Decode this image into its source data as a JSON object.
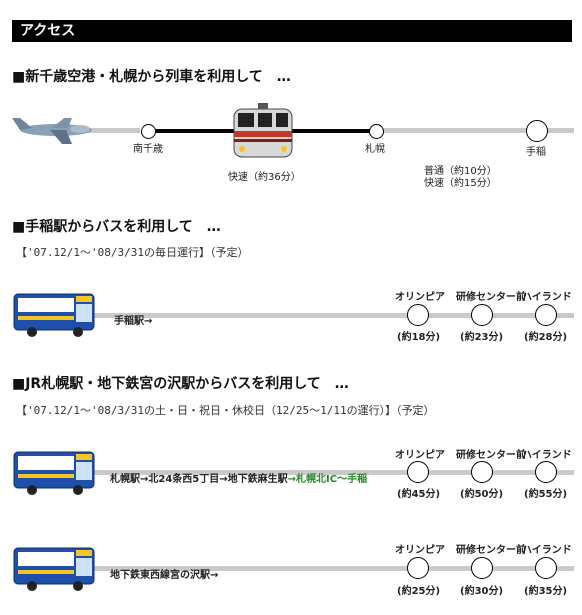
{
  "header": {
    "title": "アクセス"
  },
  "train": {
    "title": "■新千歳空港・札幌から列車を利用して　…",
    "stations": [
      "南千歳",
      "札幌",
      "手稲"
    ],
    "note_rapid": "快速（約36分）",
    "note_local": "普通（約10分）",
    "note_rapid2": "快速（約15分）"
  },
  "bus1": {
    "title": "■手稲駅からバスを利用して　…",
    "period": "【'07.12/1～'08/3/31の毎日運行】（予定）",
    "route": "手稲駅→",
    "stops": [
      "オリンピア",
      "研修センター前",
      "ハイランド"
    ],
    "times": [
      "(約18分)",
      "(約23分)",
      "(約28分)"
    ]
  },
  "bus2": {
    "title": "■JR札幌駅・地下鉄宮の沢駅からバスを利用して　…",
    "period": "【'07.12/1～'08/3/31の土・日・祝日・休校日（12/25～1/11の運行）】（予定）",
    "route_a": "札幌駅→北24条西5丁目→地下鉄麻生駅",
    "route_b": "→札幌北IC～手稲",
    "stops": [
      "オリンピア",
      "研修センター前",
      "ハイランド"
    ],
    "times": [
      "(約45分)",
      "(約50分)",
      "(約55分)"
    ]
  },
  "bus3": {
    "route": "地下鉄東西線宮の沢駅→",
    "stops": [
      "オリンピア",
      "研修センター前",
      "ハイランド"
    ],
    "times": [
      "(約25分)",
      "(約30分)",
      "(約35分)"
    ]
  },
  "colors": {
    "bus_blue": "#1f4fa8",
    "bus_yellow": "#f3c623",
    "green_text": "#2a8a2a",
    "line_gray": "#c9c9c9"
  }
}
